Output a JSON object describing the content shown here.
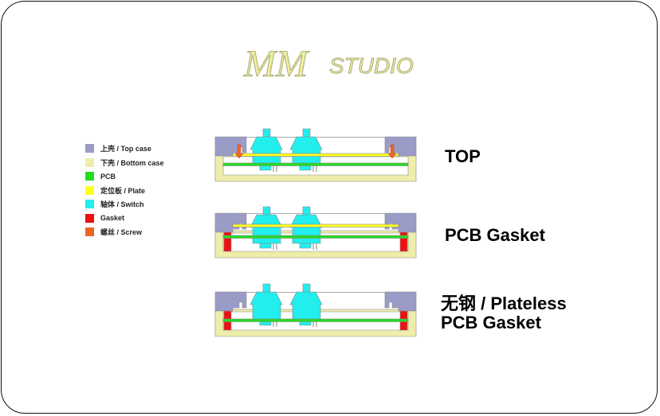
{
  "logo": {
    "text": "MM STUDIO"
  },
  "legend": [
    {
      "label": "上壳 / Top case",
      "color": "#9b9bc8"
    },
    {
      "label": "下壳 / Bottom case",
      "color": "#eeeeaa"
    },
    {
      "label": "PCB",
      "color": "#22dd22"
    },
    {
      "label": "定位板 / Plate",
      "color": "#ffff22"
    },
    {
      "label": "轴体 / Switch",
      "color": "#22eeee"
    },
    {
      "label": "Gasket",
      "color": "#ee1111"
    },
    {
      "label": "螺丝 / Screw",
      "color": "#ee6622"
    }
  ],
  "diagrams": [
    {
      "variant": "top",
      "label_lines": [
        "TOP"
      ]
    },
    {
      "variant": "pcb-gasket",
      "label_lines": [
        "PCB Gasket"
      ]
    },
    {
      "variant": "plateless",
      "label_lines": [
        "无钢 / Plateless",
        "PCB Gasket"
      ]
    }
  ]
}
